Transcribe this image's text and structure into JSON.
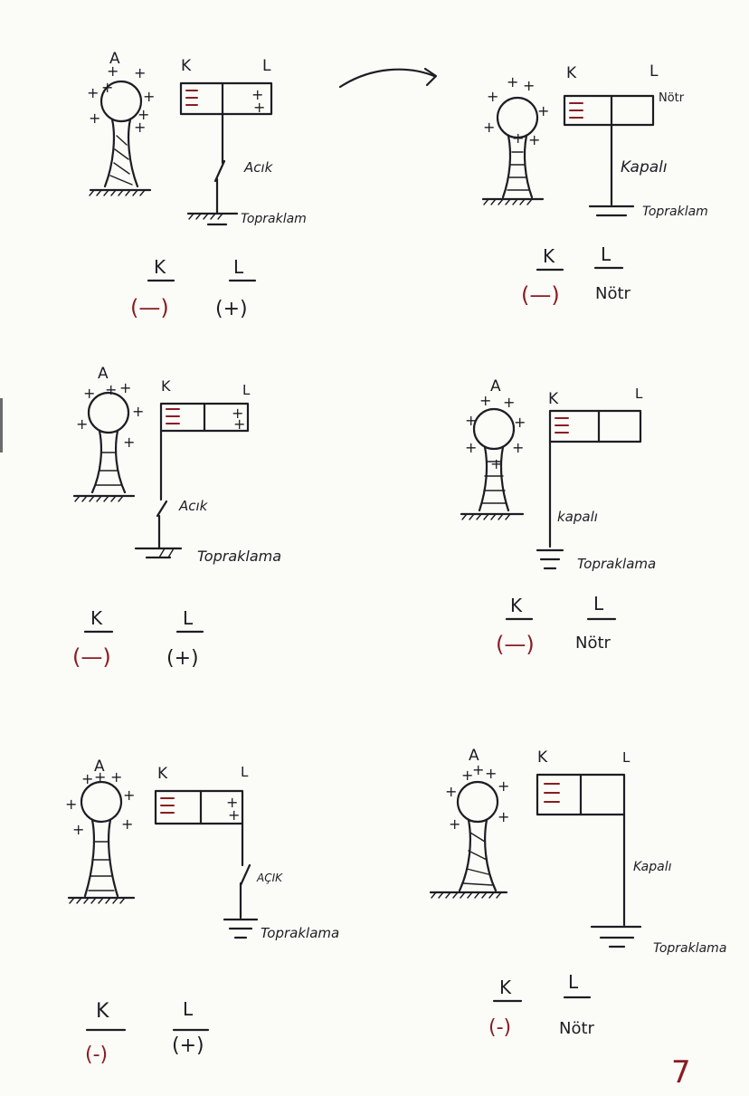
{
  "arrow": "right-arrow-icon",
  "panels": [
    {
      "sphere": "A",
      "k": "K",
      "l": "L",
      "switch_text": "Acık",
      "ground_text": "Topraklam",
      "state_text": "",
      "result_k": "K",
      "result_l": "L",
      "result_k_charge": "(—)",
      "result_l_charge": "(+)"
    },
    {
      "sphere": "",
      "k": "K",
      "l": "L",
      "switch_text": "Kapalı",
      "ground_text": "Topraklam",
      "state_text": "Nötr",
      "result_k": "K",
      "result_l": "L",
      "result_k_charge": "(—)",
      "result_l_charge": "Nötr"
    },
    {
      "sphere": "A",
      "k": "K",
      "l": "L",
      "switch_text": "Acık",
      "ground_text": "Topraklama",
      "state_text": "",
      "result_k": "K",
      "result_l": "L",
      "result_k_charge": "(—)",
      "result_l_charge": "(+)"
    },
    {
      "sphere": "A",
      "k": "K",
      "l": "L",
      "switch_text": "kapalı",
      "ground_text": "Topraklama",
      "state_text": "",
      "result_k": "K",
      "result_l": "L",
      "result_k_charge": "(—)",
      "result_l_charge": "Nötr"
    },
    {
      "sphere": "A",
      "k": "K",
      "l": "L",
      "switch_text": "AÇIK",
      "ground_text": "Topraklama",
      "state_text": "",
      "result_k": "K",
      "result_l": "L",
      "result_k_charge": "(-)",
      "result_l_charge": "(+)"
    },
    {
      "sphere": "A",
      "k": "K",
      "l": "L",
      "switch_text": "Kapalı",
      "ground_text": "Topraklama",
      "state_text": "",
      "result_k": "K",
      "result_l": "L",
      "result_k_charge": "(-)",
      "result_l_charge": "Nötr"
    }
  ],
  "page_number": "7",
  "colors": {
    "ink": "#1d1d24",
    "red": "#8a1c22",
    "paper": "#fbfbf7"
  }
}
